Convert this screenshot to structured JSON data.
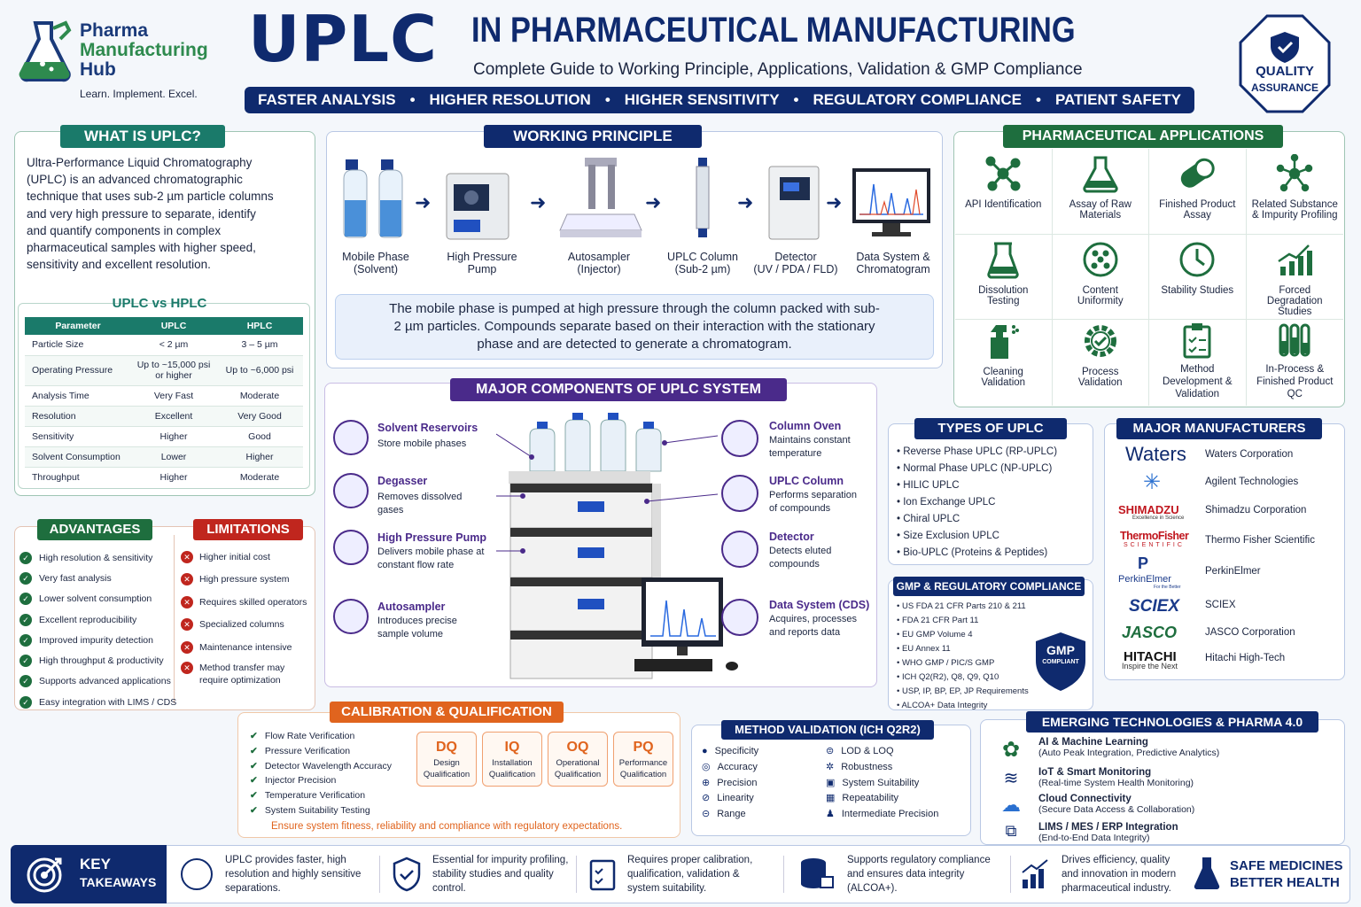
{
  "header": {
    "logo_line1": "Pharma",
    "logo_line2": "Manufacturing",
    "logo_line3": "Hub",
    "tagline": "Learn. Implement. Excel.",
    "title_big": "UPLC",
    "title_rest": "IN PHARMACEUTICAL MANUFACTURING",
    "subtitle": "Complete Guide to Working Principle, Applications, Validation & GMP Compliance",
    "banner": [
      "FASTER ANALYSIS",
      "HIGHER RESOLUTION",
      "HIGHER SENSITIVITY",
      "REGULATORY COMPLIANCE",
      "PATIENT SAFETY"
    ],
    "qa_line1": "QUALITY",
    "qa_line2": "ASSURANCE"
  },
  "what": {
    "title": "WHAT IS UPLC?",
    "text": "Ultra-Performance Liquid Chromatography (UPLC) is an advanced chromatographic technique that uses sub-2 µm particle columns and very high pressure to separate, identify and quantify components in complex pharmaceutical samples with higher speed, sensitivity and excellent resolution.",
    "vs_title": "UPLC vs HPLC",
    "headers": [
      "Parameter",
      "UPLC",
      "HPLC"
    ],
    "rows": [
      [
        "Particle Size",
        "< 2 µm",
        "3 – 5 µm"
      ],
      [
        "Operating Pressure",
        "Up to ~15,000 psi or higher",
        "Up to ~6,000 psi"
      ],
      [
        "Analysis Time",
        "Very Fast",
        "Moderate"
      ],
      [
        "Resolution",
        "Excellent",
        "Very Good"
      ],
      [
        "Sensitivity",
        "Higher",
        "Good"
      ],
      [
        "Solvent Consumption",
        "Lower",
        "Higher"
      ],
      [
        "Throughput",
        "Higher",
        "Moderate"
      ]
    ]
  },
  "working": {
    "title": "WORKING PRINCIPLE",
    "steps": [
      {
        "l1": "Mobile Phase",
        "l2": "(Solvent)"
      },
      {
        "l1": "High Pressure",
        "l2": "Pump"
      },
      {
        "l1": "Autosampler",
        "l2": "(Injector)"
      },
      {
        "l1": "UPLC Column",
        "l2": "(Sub-2 µm)"
      },
      {
        "l1": "Detector",
        "l2": "(UV / PDA / FLD)"
      },
      {
        "l1": "Data System &",
        "l2": "Chromatogram"
      }
    ],
    "desc": "The mobile phase is pumped at high pressure through the column packed with sub-2 µm particles. Compounds separate based on their interaction with the stationary phase and are detected to generate a chromatogram."
  },
  "applications": {
    "title": "PHARMACEUTICAL APPLICATIONS",
    "items": [
      {
        "label": "API Identification",
        "icon": "molecule-icon"
      },
      {
        "label": "Assay of Raw Materials",
        "icon": "flask-icon"
      },
      {
        "label": "Finished Product Assay",
        "icon": "capsule-icon"
      },
      {
        "label": "Related Substance & Impurity Profiling",
        "icon": "network-icon"
      },
      {
        "label": "Dissolution Testing",
        "icon": "beaker-icon"
      },
      {
        "label": "Content Uniformity",
        "icon": "dots-icon"
      },
      {
        "label": "Stability Studies",
        "icon": "clock-icon"
      },
      {
        "label": "Forced Degradation Studies",
        "icon": "growth-chart-icon"
      },
      {
        "label": "Cleaning Validation",
        "icon": "spray-icon"
      },
      {
        "label": "Process Validation",
        "icon": "gear-check-icon"
      },
      {
        "label": "Method Development & Validation",
        "icon": "clipboard-icon"
      },
      {
        "label": "In-Process & Finished Product QC",
        "icon": "test-tubes-icon"
      }
    ]
  },
  "components": {
    "title": "MAJOR COMPONENTS OF UPLC SYSTEM",
    "left": [
      {
        "name": "Solvent Reservoirs",
        "desc": "Store mobile phases"
      },
      {
        "name": "Degasser",
        "desc": "Removes dissolved gases"
      },
      {
        "name": "High Pressure Pump",
        "desc": "Delivers mobile phase at constant flow rate"
      },
      {
        "name": "Autosampler",
        "desc": "Introduces precise sample volume"
      }
    ],
    "right": [
      {
        "name": "Column Oven",
        "desc": "Maintains constant temperature"
      },
      {
        "name": "UPLC Column",
        "desc": "Performs separation of compounds"
      },
      {
        "name": "Detector",
        "desc": "Detects eluted compounds"
      },
      {
        "name": "Data System (CDS)",
        "desc": "Acquires, processes and reports data"
      }
    ]
  },
  "types": {
    "title": "TYPES OF UPLC",
    "items": [
      "Reverse Phase UPLC (RP-UPLC)",
      "Normal Phase UPLC (NP-UPLC)",
      "HILIC UPLC",
      "Ion Exchange UPLC",
      "Chiral UPLC",
      "Size Exclusion UPLC",
      "Bio-UPLC (Proteins & Peptides)"
    ]
  },
  "manufacturers": {
    "title": "MAJOR MANUFACTURERS",
    "items": [
      {
        "logo": "Waters",
        "sub": "",
        "name": "Waters Corporation"
      },
      {
        "logo": "✳",
        "sub": "",
        "name": "Agilent Technologies"
      },
      {
        "logo": "SHIMADZU",
        "sub": "Excellence in Science",
        "name": "Shimadzu Corporation"
      },
      {
        "logo": "ThermoFisher",
        "sub": "SCIENTIFIC",
        "name": "Thermo Fisher Scientific"
      },
      {
        "logo": "PerkinElmer",
        "sub": "For the Better",
        "name": "PerkinElmer"
      },
      {
        "logo": "SCIEX",
        "sub": "",
        "name": "SCIEX"
      },
      {
        "logo": "JASCO",
        "sub": "",
        "name": "JASCO Corporation"
      },
      {
        "logo": "HITACHI",
        "sub": "Inspire the Next",
        "name": "Hitachi High-Tech"
      }
    ]
  },
  "gmp": {
    "title": "GMP & REGULATORY COMPLIANCE",
    "items": [
      "US FDA 21 CFR Parts 210 & 211",
      "FDA 21 CFR Part 11",
      "EU GMP Volume 4",
      "EU Annex 11",
      "WHO GMP / PIC/S GMP",
      "ICH Q2(R2), Q8, Q9, Q10",
      "USP, IP, BP, EP, JP Requirements",
      "ALCOA+ Data Integrity"
    ],
    "badge1": "GMP",
    "badge2": "COMPLIANT"
  },
  "advantages": {
    "title": "ADVANTAGES",
    "items": [
      "High resolution & sensitivity",
      "Very fast analysis",
      "Lower solvent consumption",
      "Excellent reproducibility",
      "Improved impurity detection",
      "High throughput & productivity",
      "Supports advanced applications",
      "Easy integration with LIMS / CDS"
    ]
  },
  "limitations": {
    "title": "LIMITATIONS",
    "items": [
      "Higher initial cost",
      "High pressure system",
      "Requires skilled operators",
      "Specialized columns",
      "Maintenance intensive",
      "Method transfer may require optimization"
    ]
  },
  "calibration": {
    "title": "CALIBRATION & QUALIFICATION",
    "items": [
      "Flow Rate Verification",
      "Pressure Verification",
      "Detector Wavelength Accuracy",
      "Injector Precision",
      "Temperature Verification",
      "System Suitability Testing"
    ],
    "quals": [
      {
        "code": "DQ",
        "name": "Design Qualification"
      },
      {
        "code": "IQ",
        "name": "Installation Qualification"
      },
      {
        "code": "OQ",
        "name": "Operational Qualification"
      },
      {
        "code": "PQ",
        "name": "Performance Qualification"
      }
    ],
    "note": "Ensure system fitness, reliability and compliance with regulatory expectations."
  },
  "validation": {
    "title": "METHOD VALIDATION (ICH Q2R2)",
    "left": [
      "Specificity",
      "Accuracy",
      "Precision",
      "Linearity",
      "Range"
    ],
    "right": [
      "LOD & LOQ",
      "Robustness",
      "System Suitability",
      "Repeatability",
      "Intermediate Precision"
    ]
  },
  "emerging": {
    "title": "EMERGING TECHNOLOGIES & PHARMA 4.0",
    "items": [
      {
        "name": "AI & Machine Learning",
        "desc": "(Auto Peak Integration, Predictive Analytics)"
      },
      {
        "name": "IoT & Smart Monitoring",
        "desc": "(Real-time System Health Monitoring)"
      },
      {
        "name": "Cloud Connectivity",
        "desc": "(Secure Data Access & Collaboration)"
      },
      {
        "name": "LIMS / MES / ERP Integration",
        "desc": "(End-to-End Data Integrity)"
      }
    ]
  },
  "footer": {
    "key1": "KEY",
    "key2": "TAKEAWAYS",
    "items": [
      "UPLC provides faster, high resolution and highly sensitive separations.",
      "Essential for impurity profiling, stability studies and quality control.",
      "Requires proper calibration, qualification, validation & system suitability.",
      "Supports regulatory compliance and ensures data integrity (ALCOA+).",
      "Drives efficiency, quality and innovation in modern pharmaceutical industry."
    ],
    "safe1": "SAFE MEDICINES",
    "safe2": "BETTER HEALTH"
  }
}
